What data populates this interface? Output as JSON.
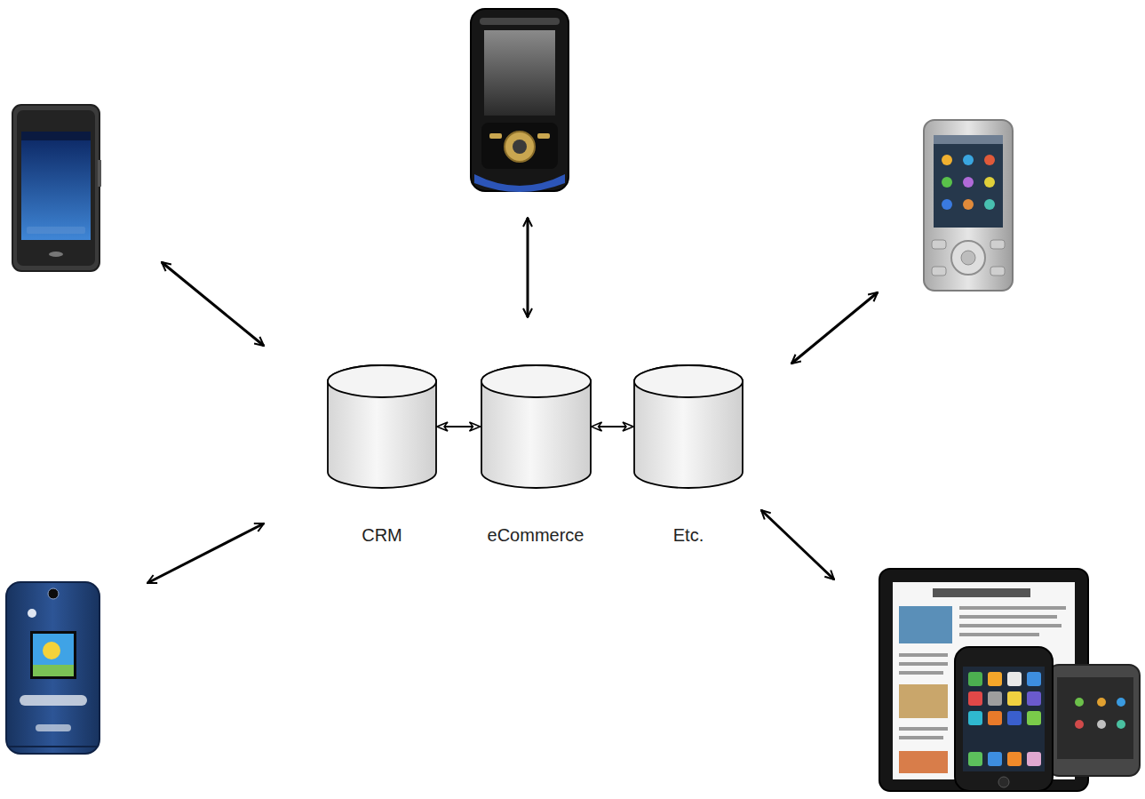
{
  "diagram": {
    "nodes": [
      {
        "text": [
          "CRM"
        ]
      },
      {
        "text": [
          "eCommerce"
        ]
      },
      {
        "text": [
          "Etc."
        ]
      }
    ],
    "edges": [
      {
        "from": 0,
        "to": 1,
        "arrow": "both"
      },
      {
        "from": 1,
        "to": 2,
        "arrow": "both"
      }
    ]
  }
}
